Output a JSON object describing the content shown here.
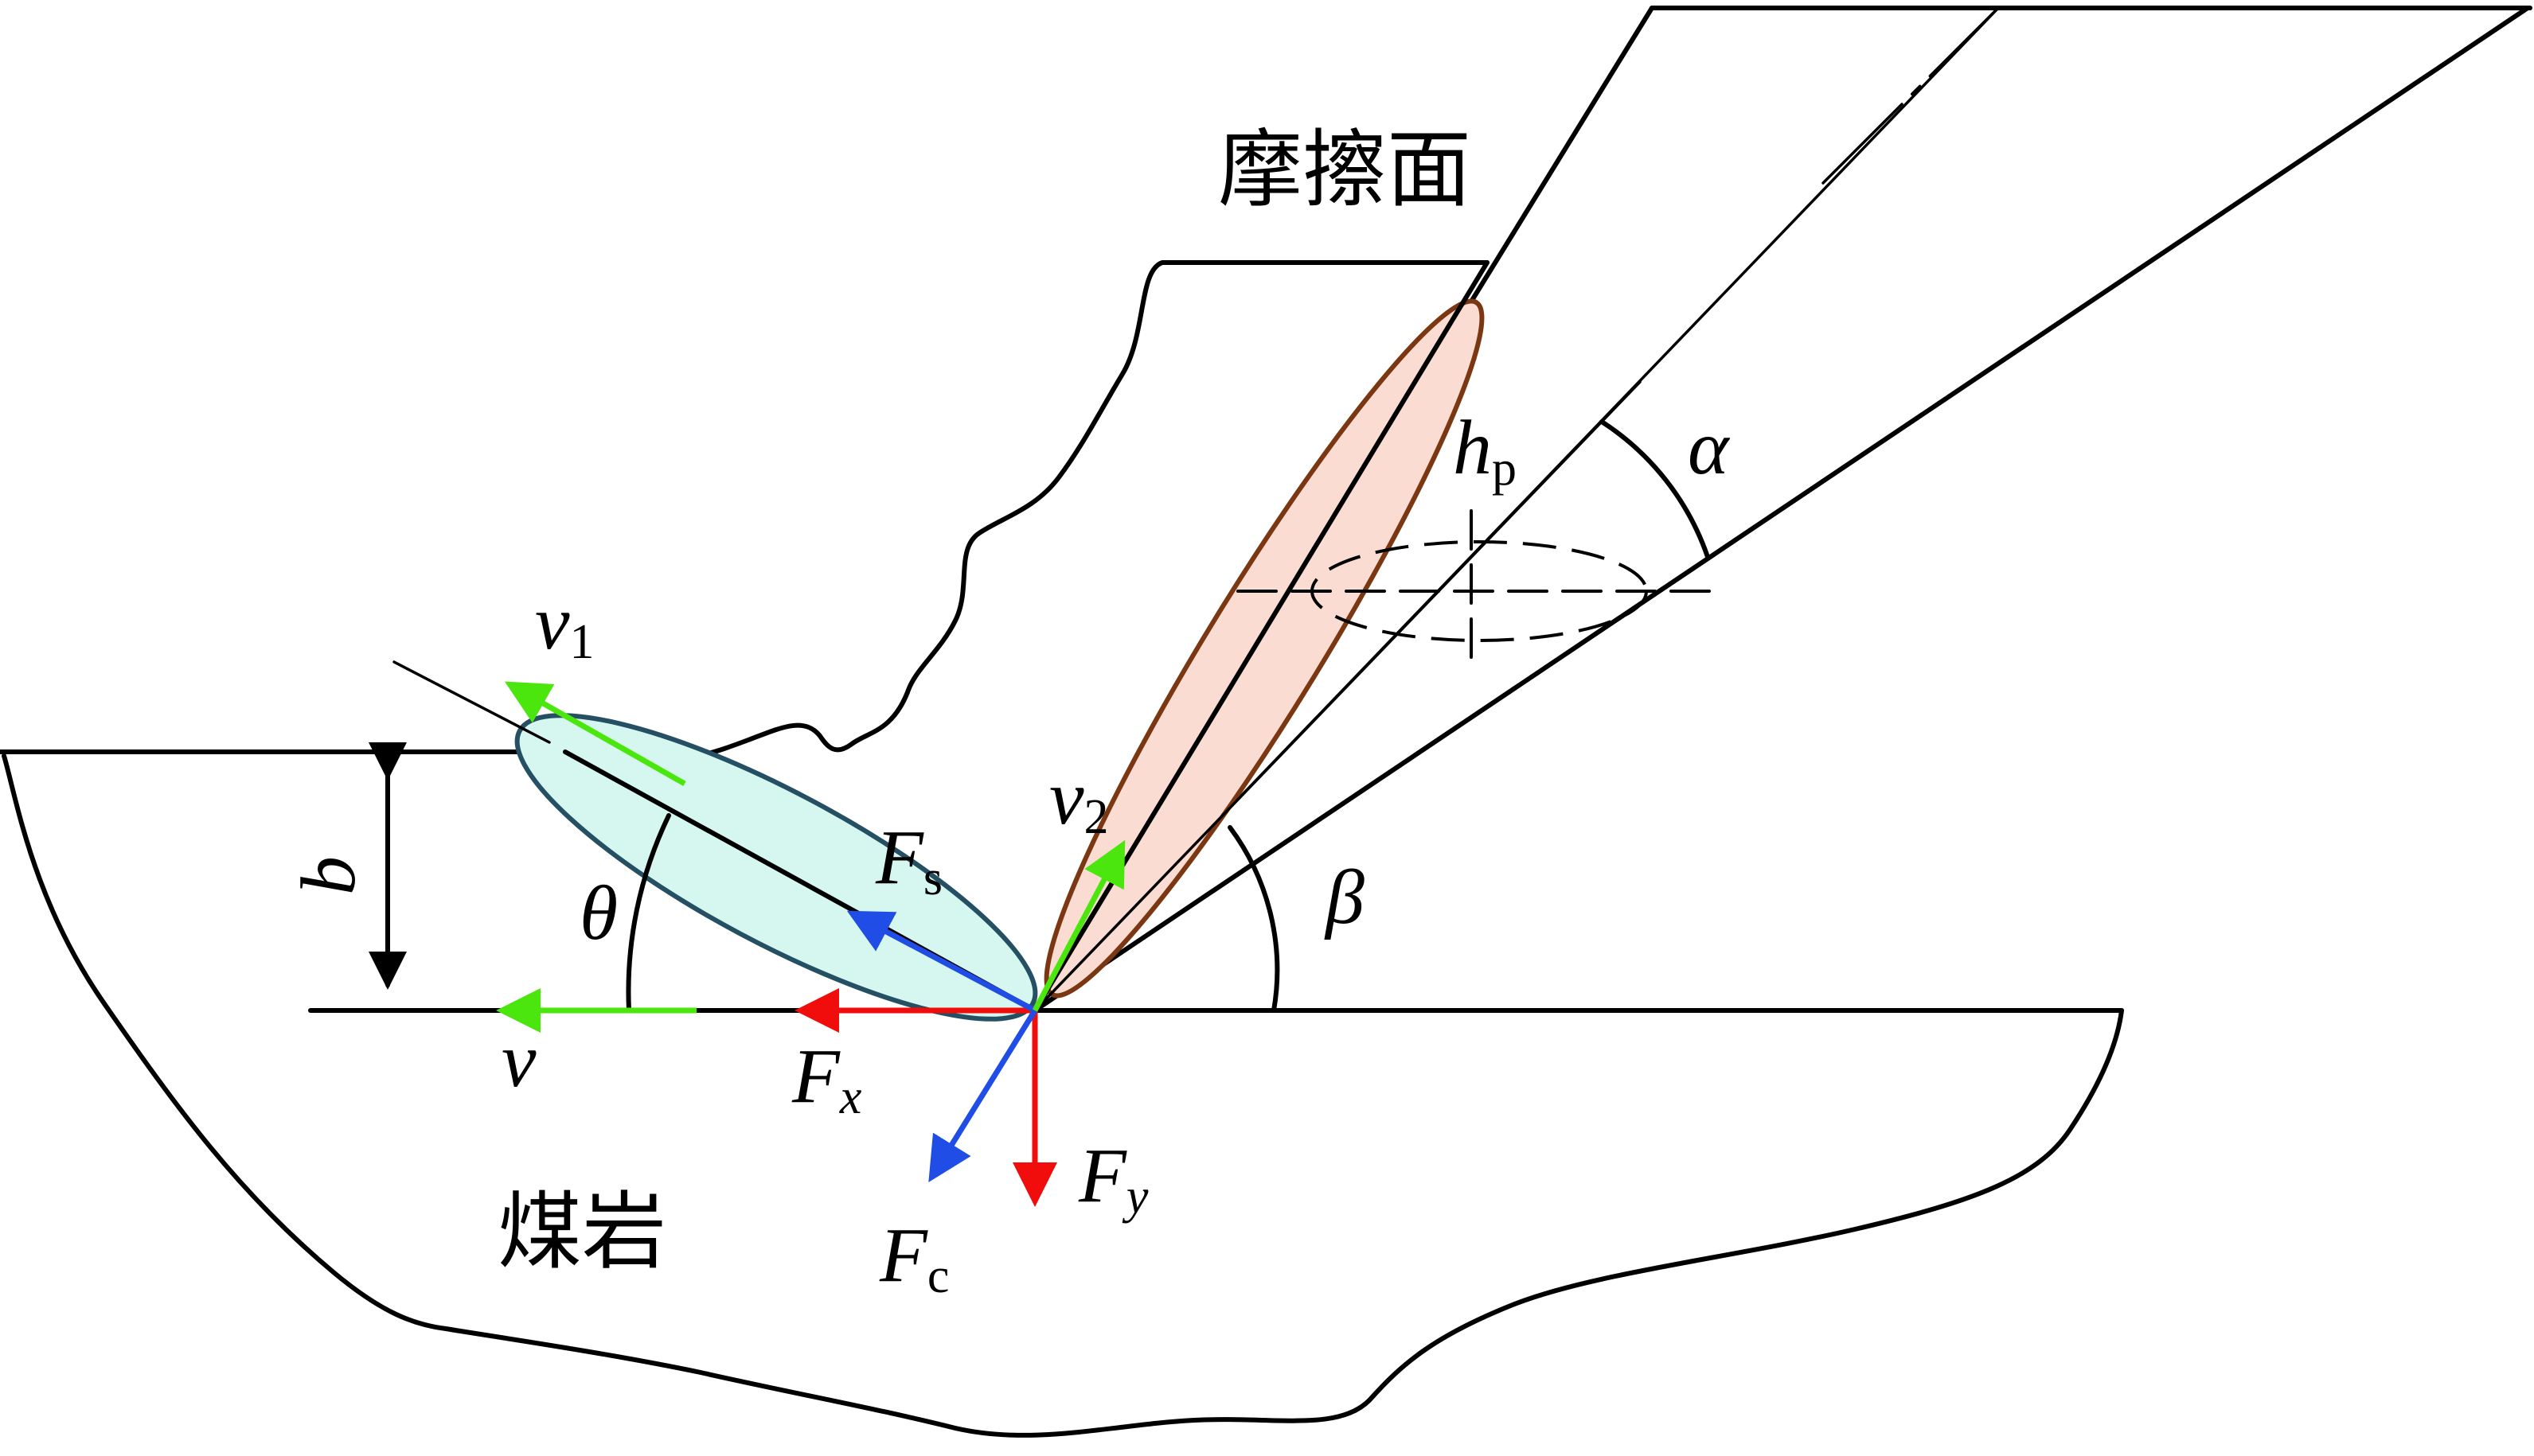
{
  "colors": {
    "red_force": "#f20d0d",
    "blue_force": "#1f4de6",
    "green_velocity": "#4ce60f",
    "cyan_fill": "#d6f7ef",
    "cyan_stroke": "#254f63",
    "pink_fill": "#fadcd2",
    "brown_stroke": "#7a3712"
  },
  "labels": {
    "friction_face": "摩擦面",
    "coal_rock": "煤岩",
    "v1": "v",
    "v1_sub": "1",
    "v2": "v",
    "v2_sub": "2",
    "v": "v",
    "Fs": "F",
    "Fs_sub": "s",
    "Fx": "F",
    "Fx_sub": "x",
    "Fy": "F",
    "Fy_sub": "y",
    "Fc": "F",
    "Fc_sub": "c",
    "b": "b",
    "theta": "θ",
    "beta": "β",
    "alpha": "α",
    "hp": "h",
    "hp_sub": "p"
  }
}
